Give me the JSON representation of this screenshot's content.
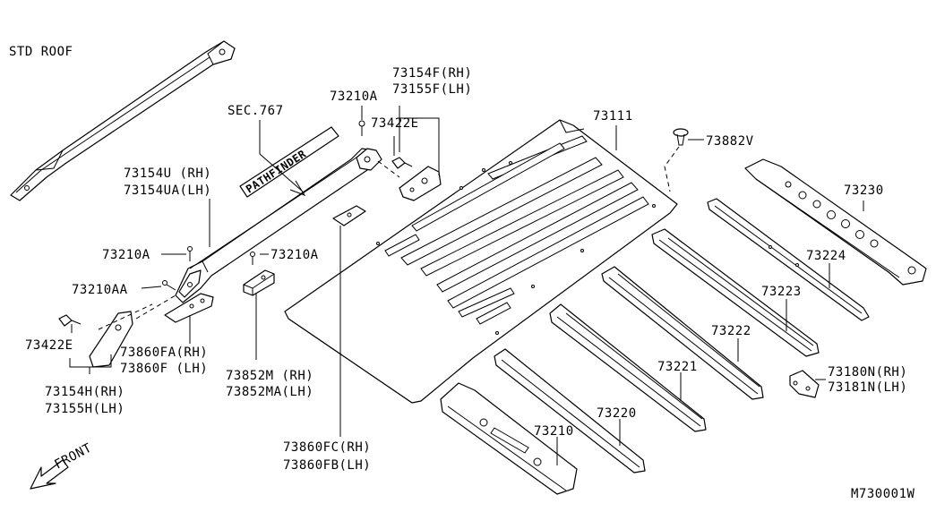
{
  "diagram": {
    "std_roof": "STD ROOF",
    "sec_ref": "SEC.767",
    "badge_text": "PATHFINDER",
    "front_label": "FRONT",
    "figure_code": "M730001W",
    "labels": {
      "p73154F_RH": "73154F(RH)",
      "p73155F_LH": "73155F(LH)",
      "p73210A_top": "73210A",
      "p73422E_top": "73422E",
      "p73111": "73111",
      "p73882V": "73882V",
      "p73154U_RH": "73154U (RH)",
      "p73154UA_LH": "73154UA(LH)",
      "p73230": "73230",
      "p73210A_left": "73210A",
      "p73210A_mid": "73210A",
      "p73224": "73224",
      "p73210AA": "73210AA",
      "p73223": "73223",
      "p73222": "73222",
      "p73422E_left": "73422E",
      "p73860FA_RH": "73860FA(RH)",
      "p73860F_LH": "73860F (LH)",
      "p73852M_RH": "73852M (RH)",
      "p73852MA_LH": "73852MA(LH)",
      "p73221": "73221",
      "p73180N_RH": "73180N(RH)",
      "p73181N_LH": "73181N(LH)",
      "p73154H_RH": "73154H(RH)",
      "p73155H_LH": "73155H(LH)",
      "p73220": "73220",
      "p73210": "73210",
      "p73860FC_RH": "73860FC(RH)",
      "p73860FB_LH": "73860FB(LH)"
    }
  }
}
